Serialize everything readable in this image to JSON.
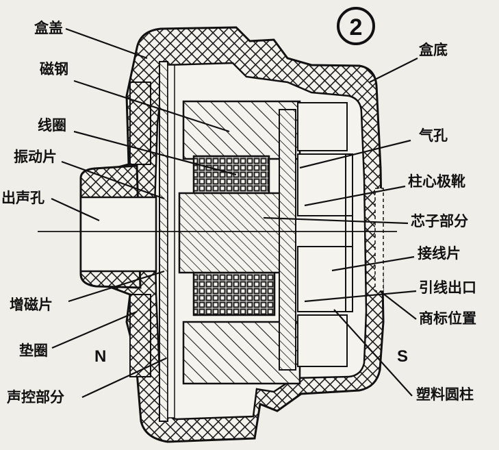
{
  "figure_number": "2",
  "pole_north": "N",
  "pole_south": "S",
  "labels_left": {
    "box_lid": "盒盖",
    "magnet_steel": "磁钢",
    "coil": "线圈",
    "diaphragm": "振动片",
    "sound_outlet": "出声孔",
    "magnetic_enhancer": "增磁片",
    "gasket": "垫圈",
    "volume_control": "声控部分"
  },
  "labels_right": {
    "box_bottom": "盒底",
    "air_hole": "气孔",
    "pole_shoe": "柱心极靴",
    "core_part": "芯子部分",
    "terminal_strip": "接线片",
    "lead_exit": "引线出口",
    "trademark_position": "商标位置",
    "plastic_column": "塑料圆柱"
  }
}
